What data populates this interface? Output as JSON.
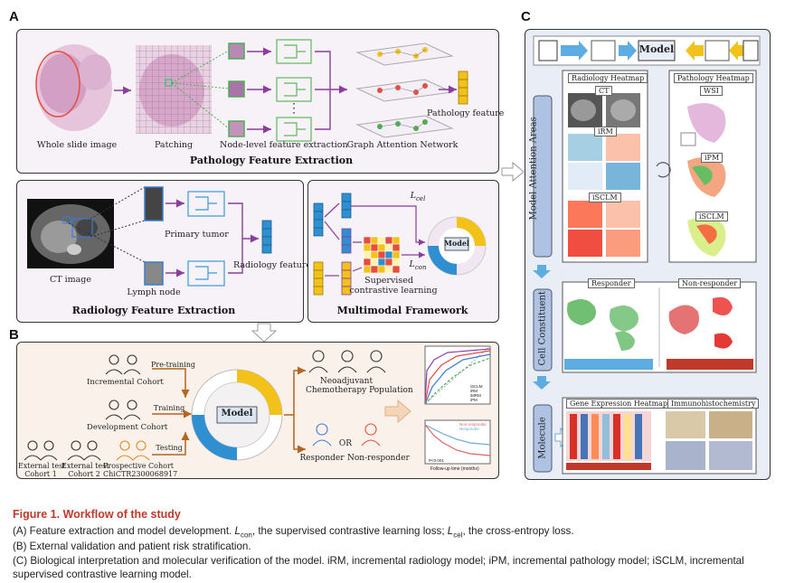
{
  "panel_a": {
    "letter": "A",
    "pathology": {
      "labels": [
        "Whole slide image",
        "Patching",
        "Node-level feature extraction",
        "Graph Attention Network",
        "Pathology feature"
      ],
      "title": "Pathology Feature Extraction"
    },
    "radiology": {
      "labels": [
        "Primary tumor",
        "Lymph node",
        "CT image",
        "Radiology feature"
      ],
      "title": "Radiology Feature Extraction"
    },
    "multimodal": {
      "l_cel": "L",
      "l_cel_sub": "cel",
      "l_con": "L",
      "l_con_sub": "con",
      "supervised": "Supervised",
      "contrastive": "contrastive learning",
      "model": "Model",
      "title": "Multimodal Framework"
    }
  },
  "panel_b": {
    "letter": "B",
    "cohorts": {
      "incremental": "Incremental Cohort",
      "development": "Development Cohort",
      "ext1": [
        "External test",
        "Cohort 1"
      ],
      "ext2": [
        "External test",
        "Cohort 2"
      ],
      "prospective": [
        "Prospective Cohort",
        "ChiCTR2300068917"
      ]
    },
    "arrows": {
      "pretraining": "Pre-training",
      "training": "Training",
      "testing": "Testing"
    },
    "model": "Model",
    "population": [
      "Neoadjuvant",
      "Chemotherapy Population"
    ],
    "responder": "Responder",
    "or": "OR",
    "non_responder": "Non-responder",
    "roc_legend": [
      "iSCLM",
      "iRM",
      "iMRM",
      "iPM"
    ],
    "km_legend": [
      "Non-responder",
      "Responder"
    ],
    "km_xlabel": "Follow-up time (months)",
    "km_p": "P<0.001"
  },
  "panel_c": {
    "letter": "C",
    "model": "Model",
    "attention_label": "Model Attention Areas",
    "radiology_heatmap": "Radiology Heatmap",
    "pathology_heatmap": "Pathology Heatmap",
    "ct": "CT",
    "irm": "iRM",
    "isclm_left": "iSCLM",
    "wsi": "WSI",
    "ipm": "iPM",
    "isclm_right": "iSCLM",
    "cell_label": "Cell Constituent",
    "responder": "Responder",
    "non_responder": "Non-responder",
    "molecule_label": "Molecule",
    "gene": "Gene Expression Heatmap",
    "ihc": "Immunohistochemistry"
  },
  "caption": {
    "title": "Figure 1.  Workflow of the study",
    "line_a_1": "(A) Feature extraction and model development. ",
    "line_a_lcon": "L",
    "line_a_lcon_sub": "con",
    "line_a_2": ", the supervised contrastive learning loss; ",
    "line_a_lcel": "L",
    "line_a_lcel_sub": "cel",
    "line_a_3": ", the cross-entropy loss.",
    "line_b": "(B) External validation and patient risk stratification.",
    "line_c1": "(C) Biological interpretation and molecular verification of the model. iRM, incremental radiology model; iPM, incremental pathology model; iSCLM, incremental",
    "line_c2": "supervised contrastive learning model."
  },
  "colors": {
    "purple_arrow": "#8a3d9c",
    "accent_red": "#c0392b",
    "blue_feature": "#2f8fd0",
    "yellow_feature": "#f2c21b",
    "green_node": "#4caf50"
  }
}
